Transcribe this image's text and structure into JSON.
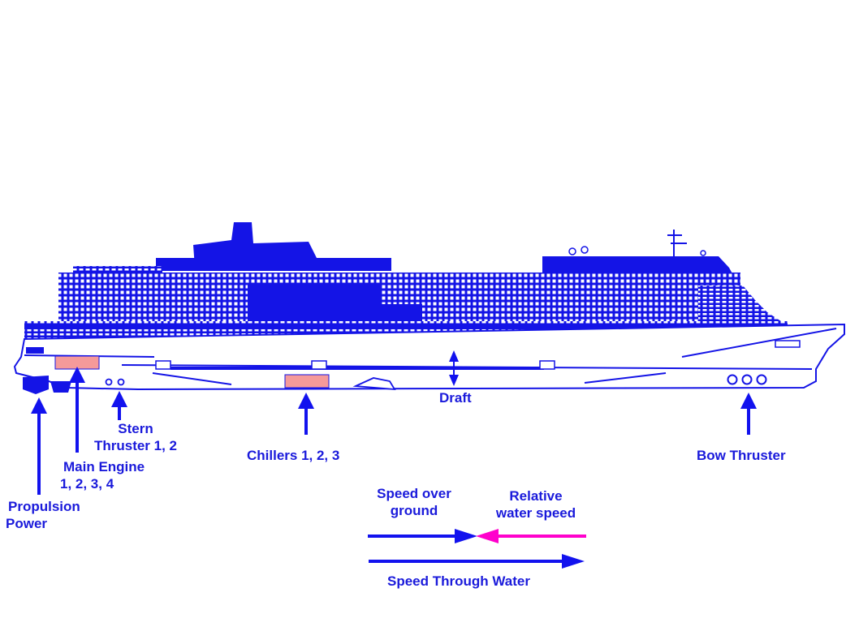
{
  "colors": {
    "ship": "#1414e6",
    "ship_light": "#ffffff",
    "label": "#1a1adb",
    "arrow": "#1212ee",
    "relative_arrow": "#ff00cc",
    "equipment_box": "#f59a9a"
  },
  "labels": {
    "propulsion": [
      "Propulsion",
      "Power"
    ],
    "main_engine": [
      "Main Engine",
      "1, 2, 3, 4"
    ],
    "stern_thruster": [
      "Stern",
      "Thruster 1, 2"
    ],
    "chillers": "Chillers 1, 2, 3",
    "draft": "Draft",
    "bow_thruster": "Bow Thruster",
    "speed_over_ground": [
      "Speed over",
      "ground"
    ],
    "relative_water_speed": [
      "Relative",
      "water speed"
    ],
    "speed_through_water": "Speed Through Water"
  }
}
